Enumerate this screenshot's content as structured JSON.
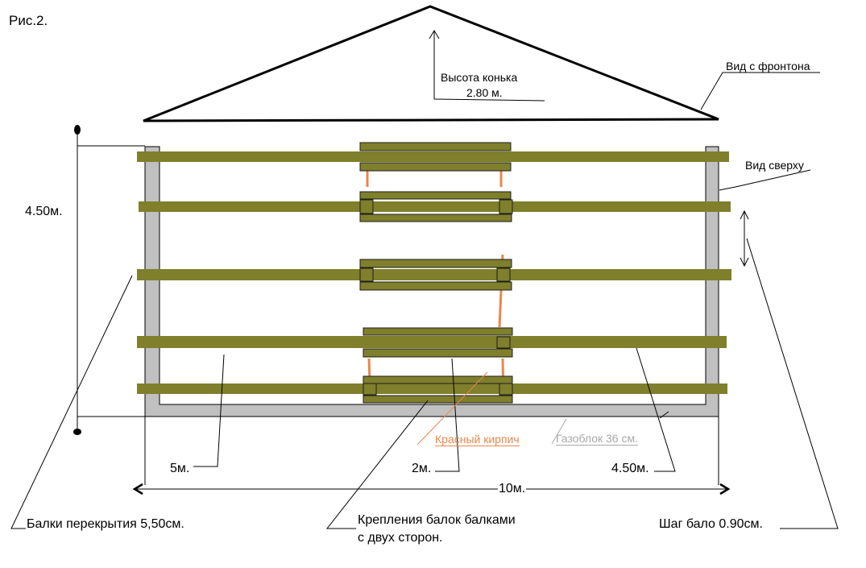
{
  "figure_label": "Рис.2.",
  "ridge": {
    "title": "Высота конька",
    "value": "2.80 м."
  },
  "views": {
    "gable": "Вид с фронтона",
    "top": "Вид сверху"
  },
  "dimensions": {
    "depth": "4.50м.",
    "left_span": "5м.",
    "middle_span": "2м.",
    "right_span": "4.50м.",
    "total_length": "10м."
  },
  "materials": {
    "red_brick": "Красный кирпич",
    "gas_block": "Газоблок 36 см."
  },
  "notes": {
    "beams": "Балки перекрытия 5,50см.",
    "fastening_line1": "Крепления балок балками",
    "fastening_line2": "с двух сторон.",
    "step": "Шаг бало 0.90см."
  },
  "colors": {
    "beam": "#7f7f2c",
    "beam_outline": "#1e1e1e",
    "wall": "#c0c0c0",
    "brick": "#e9874c",
    "gas_block_label": "#a8a8a8",
    "roof": "#000000"
  }
}
